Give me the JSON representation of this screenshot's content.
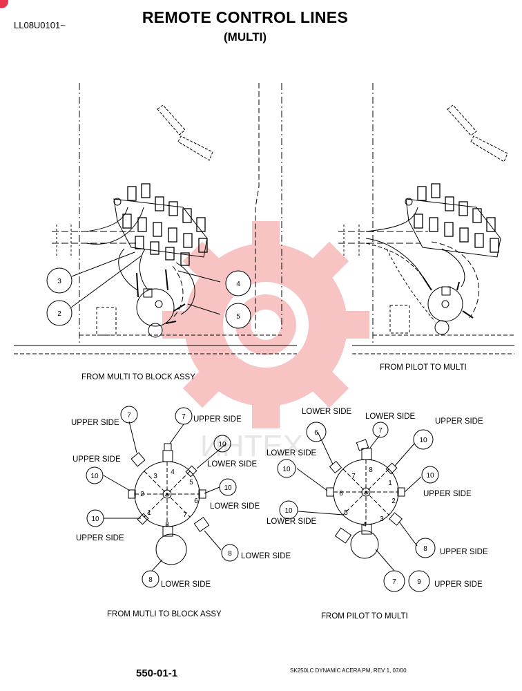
{
  "header": {
    "doc_code": "LL08U0101~",
    "title": "REMOTE CONTROL LINES",
    "subtitle": "(MULTI)"
  },
  "captions": {
    "top_left": "FROM MULTI TO BLOCK ASSY",
    "top_right": "FROM PILOT TO MULTI",
    "bottom_left": "FROM MUTLI TO BLOCK ASSY",
    "bottom_right": "FROM PILOT TO MULTI"
  },
  "top_left_callouts": [
    "3",
    "2",
    "4",
    "5"
  ],
  "bottom_left": {
    "callouts": [
      "7",
      "7",
      "10",
      "10",
      "10",
      "10",
      "8",
      "8"
    ],
    "labels": [
      "UPPER SIDE",
      "UPPER SIDE",
      "UPPER SIDE",
      "UPPER SIDE",
      "LOWER SIDE",
      "LOWER SIDE",
      "LOWER SIDE",
      "LOWER SIDE"
    ],
    "port_numbers": [
      "3",
      "4",
      "5",
      "6",
      "7",
      "8",
      "1",
      "2"
    ]
  },
  "bottom_right": {
    "callouts": [
      "6",
      "7",
      "10",
      "10",
      "10",
      "10",
      "8",
      "7",
      "9"
    ],
    "labels": [
      "LOWER SIDE",
      "LOWER SIDE",
      "UPPER SIDE",
      "LOWER SIDE",
      "UPPER SIDE",
      "LOWER SIDE",
      "UPPER SIDE",
      "UPPER SIDE"
    ],
    "port_numbers": [
      "7",
      "8",
      "1",
      "2",
      "3",
      "4",
      "5",
      "6"
    ]
  },
  "footer": {
    "page": "550-01-1",
    "revision": "SK250LC DYNAMIC ACERA PM, REV 1, 07/00"
  },
  "watermark_text": "ИНТЕХ",
  "colors": {
    "ink": "#000000",
    "watermark": "#f7c3c3",
    "badge": "#e8344e"
  }
}
